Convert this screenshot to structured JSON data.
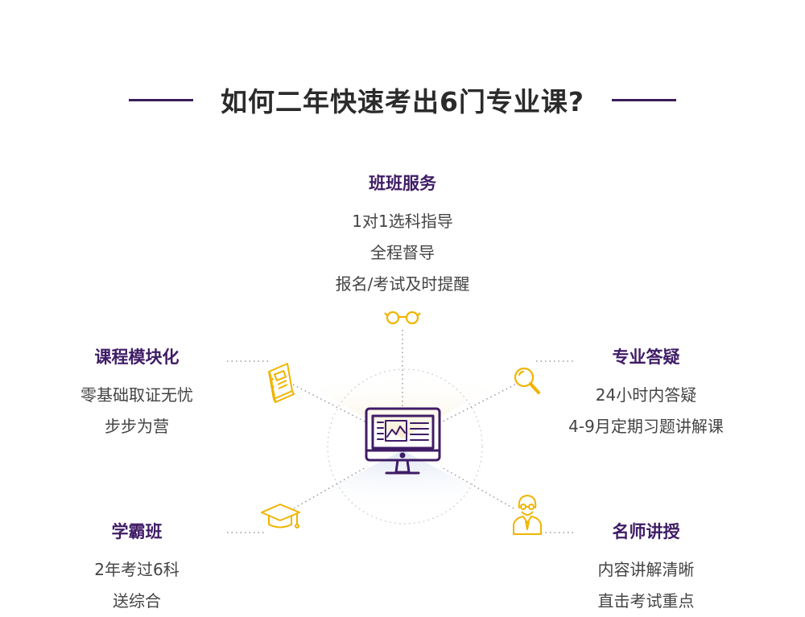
{
  "title": "如何二年快速考出6门专业课?",
  "colors": {
    "accent": "#3f1c66",
    "icon_gold": "#f0b400",
    "title_line": "#3a1e5a"
  },
  "icons": {
    "center": "computer-monitor-icon",
    "top": "glasses-icon",
    "middle_left": "book-icon",
    "middle_right": "magnifier-icon",
    "bottom_left": "graduation-cap-icon",
    "bottom_right": "teacher-icon"
  },
  "sections": {
    "top": {
      "heading": "班班服务",
      "lines": [
        "1对1选科指导",
        "全程督导",
        "报名/考试及时提醒"
      ]
    },
    "middle_left": {
      "heading": "课程模块化",
      "lines": [
        "零基础取证无忧",
        "步步为营"
      ]
    },
    "middle_right": {
      "heading": "专业答疑",
      "lines": [
        "24小时内答疑",
        "4-9月定期习题讲解课"
      ]
    },
    "bottom_left": {
      "heading": "学霸班",
      "lines": [
        "2年考过6科",
        "送综合"
      ]
    },
    "bottom_right": {
      "heading": "名师讲授",
      "lines": [
        "内容讲解清晰",
        "直击考试重点"
      ]
    }
  }
}
